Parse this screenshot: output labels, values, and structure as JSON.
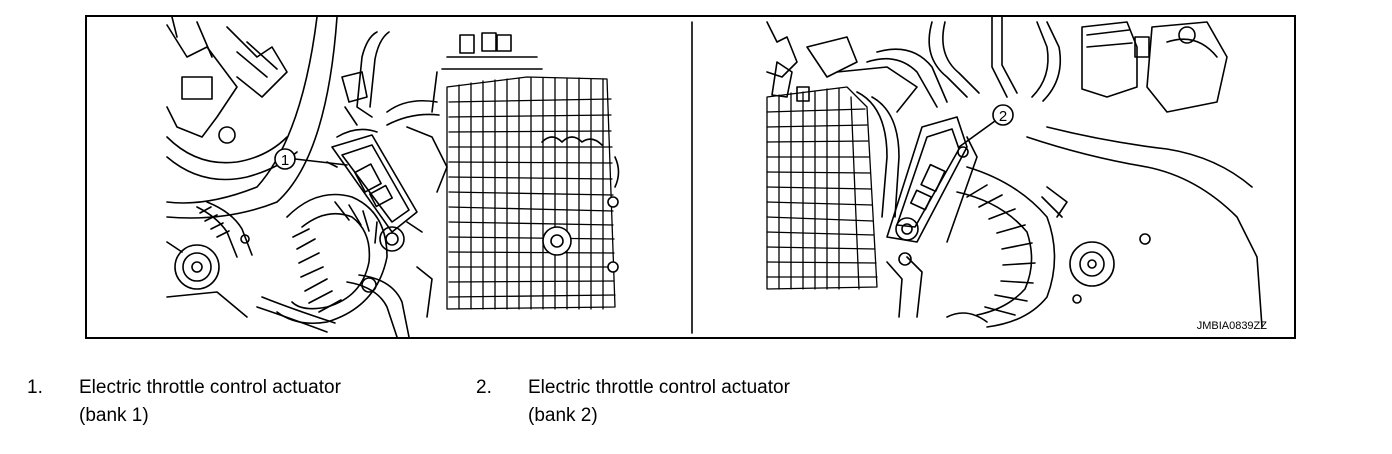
{
  "figure": {
    "image_code": "JMBIA0839ZZ",
    "callouts": [
      "1",
      "2"
    ]
  },
  "legend": [
    {
      "number": "1.",
      "line1": "Electric throttle control actuator",
      "line2": "(bank 1)"
    },
    {
      "number": "2.",
      "line1": "Electric throttle control actuator",
      "line2": "(bank 2)"
    }
  ]
}
